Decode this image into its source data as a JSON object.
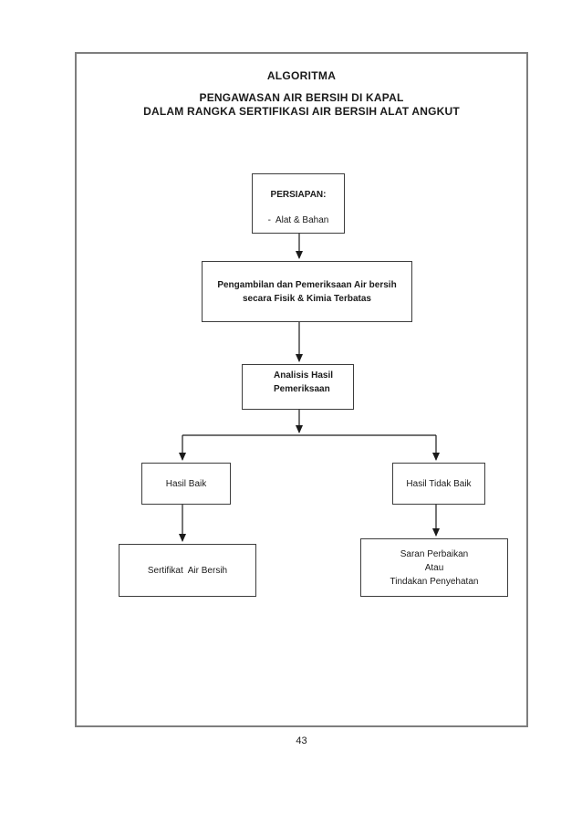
{
  "page": {
    "number": "43",
    "background_color": "#ffffff",
    "frame_color": "#7e7e7e",
    "box_border_color": "#3d3d3d",
    "text_color": "#1a1a1a",
    "arrow_color": "#1a1a1a"
  },
  "title": {
    "heading": "ALGORITMA",
    "subtitle_line1": "PENGAWASAN AIR BERSIH DI KAPAL",
    "subtitle_line2": "DALAM RANGKA SERTIFIKASI AIR BERSIH ALAT ANGKUT"
  },
  "flowchart": {
    "nodes": {
      "persiapan": {
        "heading": "PERSIAPAN:",
        "item": "-  Alat & Bahan"
      },
      "pengambilan": {
        "line1": "Pengambilan dan Pemeriksaan Air bersih",
        "line2": "secara Fisik & Kimia Terbatas"
      },
      "analisis": {
        "line1": "Analisis Hasil",
        "line2": "Pemeriksaan"
      },
      "hasil_baik": {
        "label": "Hasil Baik"
      },
      "hasil_tidak_baik": {
        "label": "Hasil Tidak Baik"
      },
      "sertifikat": {
        "label": "Sertifikat  Air Bersih"
      },
      "saran": {
        "line1": "Saran Perbaikan",
        "line2": "Atau",
        "line3": "Tindakan Penyehatan"
      }
    },
    "edges": [
      {
        "from": "persiapan",
        "to": "pengambilan"
      },
      {
        "from": "pengambilan",
        "to": "analisis"
      },
      {
        "from": "analisis",
        "to": "hasil_baik"
      },
      {
        "from": "analisis",
        "to": "hasil_tidak_baik"
      },
      {
        "from": "hasil_baik",
        "to": "sertifikat"
      },
      {
        "from": "hasil_tidak_baik",
        "to": "saran"
      }
    ]
  }
}
